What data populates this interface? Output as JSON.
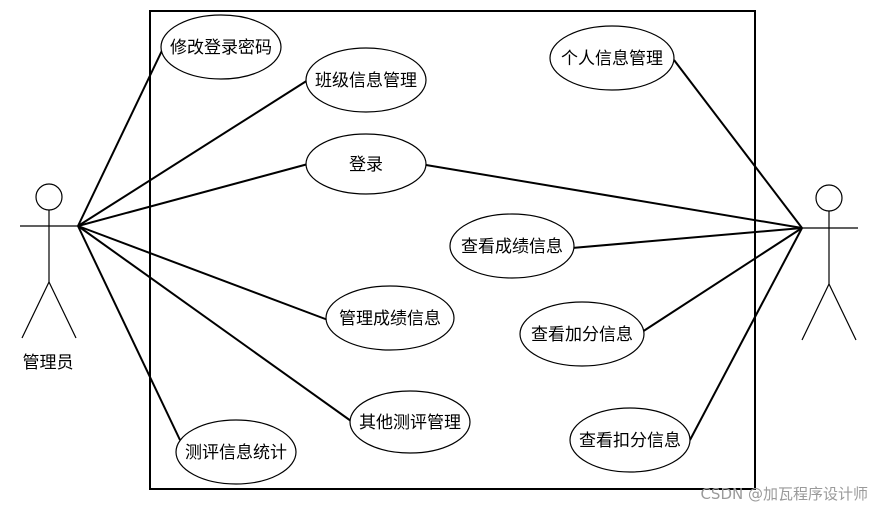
{
  "actors": {
    "left": {
      "label": "管理员"
    },
    "right": {
      "label": ""
    }
  },
  "use_cases": [
    {
      "id": "change-password",
      "label": "修改登录密码"
    },
    {
      "id": "class-info",
      "label": "班级信息管理"
    },
    {
      "id": "login",
      "label": "登录"
    },
    {
      "id": "manage-grades",
      "label": "管理成绩信息"
    },
    {
      "id": "other-eval",
      "label": "其他测评管理"
    },
    {
      "id": "eval-stats",
      "label": "测评信息统计"
    },
    {
      "id": "personal-info",
      "label": "个人信息管理"
    },
    {
      "id": "view-grades",
      "label": "查看成绩信息"
    },
    {
      "id": "view-bonus",
      "label": "查看加分信息"
    },
    {
      "id": "view-deduction",
      "label": "查看扣分信息"
    }
  ],
  "watermark": "CSDN @加瓦程序设计师",
  "colors": {
    "line": "#000000",
    "background": "#ffffff",
    "watermark": "#9a9a9a"
  }
}
